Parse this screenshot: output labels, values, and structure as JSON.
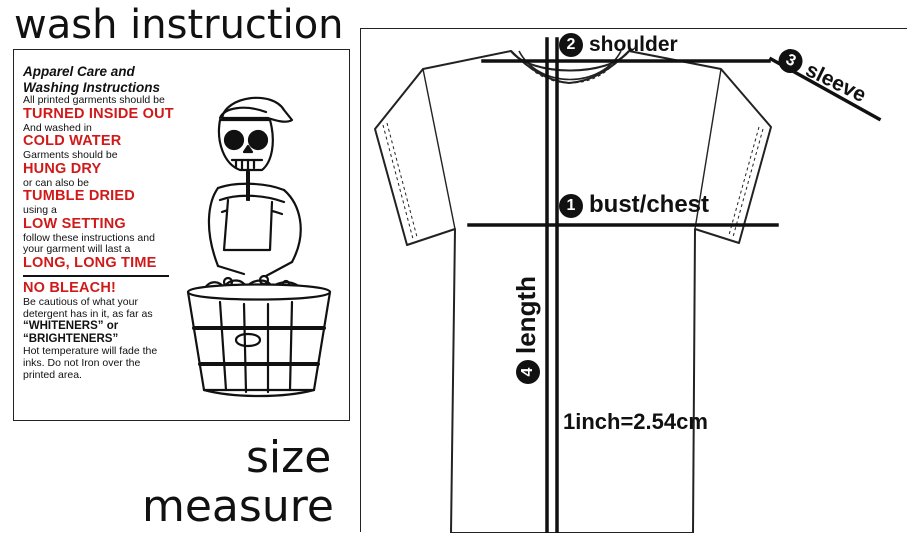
{
  "headings": {
    "wash": "wash instruction",
    "size": "size",
    "measure": "measure"
  },
  "care_card": {
    "title_line1": "Apparel Care and",
    "title_line2": "Washing Instructions",
    "blocks": [
      {
        "small": "All printed garments should be",
        "red": "TURNED INSIDE OUT"
      },
      {
        "small": "And washed in",
        "red": "COLD WATER"
      },
      {
        "small": "Garments should be",
        "red": "HUNG DRY"
      },
      {
        "small": "or can also be",
        "red": "TUMBLE DRIED"
      },
      {
        "small": "using a",
        "red": "LOW SETTING"
      }
    ],
    "follow_line1": "follow these instructions and",
    "follow_line2": "your garment will last a",
    "long_time": "LONG, LONG TIME",
    "no_bleach": "NO BLEACH!",
    "caution_line1": "Be cautious of what your",
    "caution_line2": "detergent has in it, as far as",
    "whiteners": "“WHITENERS” or",
    "brighteners": "“BRIGHTENERS”",
    "hot_line1": "Hot temperature will fade the",
    "hot_line2": "inks. Do not Iron over the",
    "hot_line3": "printed area."
  },
  "measurements": {
    "shoulder": {
      "num": "2",
      "label": "shoulder"
    },
    "sleeve": {
      "num": "3",
      "label": "sleeve"
    },
    "bust": {
      "num": "1",
      "label": "bust/chest"
    },
    "length": {
      "num": "4",
      "label": "length"
    },
    "conversion": "1inch=2.54cm"
  },
  "colors": {
    "red_text": "#d01a1a",
    "ink": "#111111"
  }
}
